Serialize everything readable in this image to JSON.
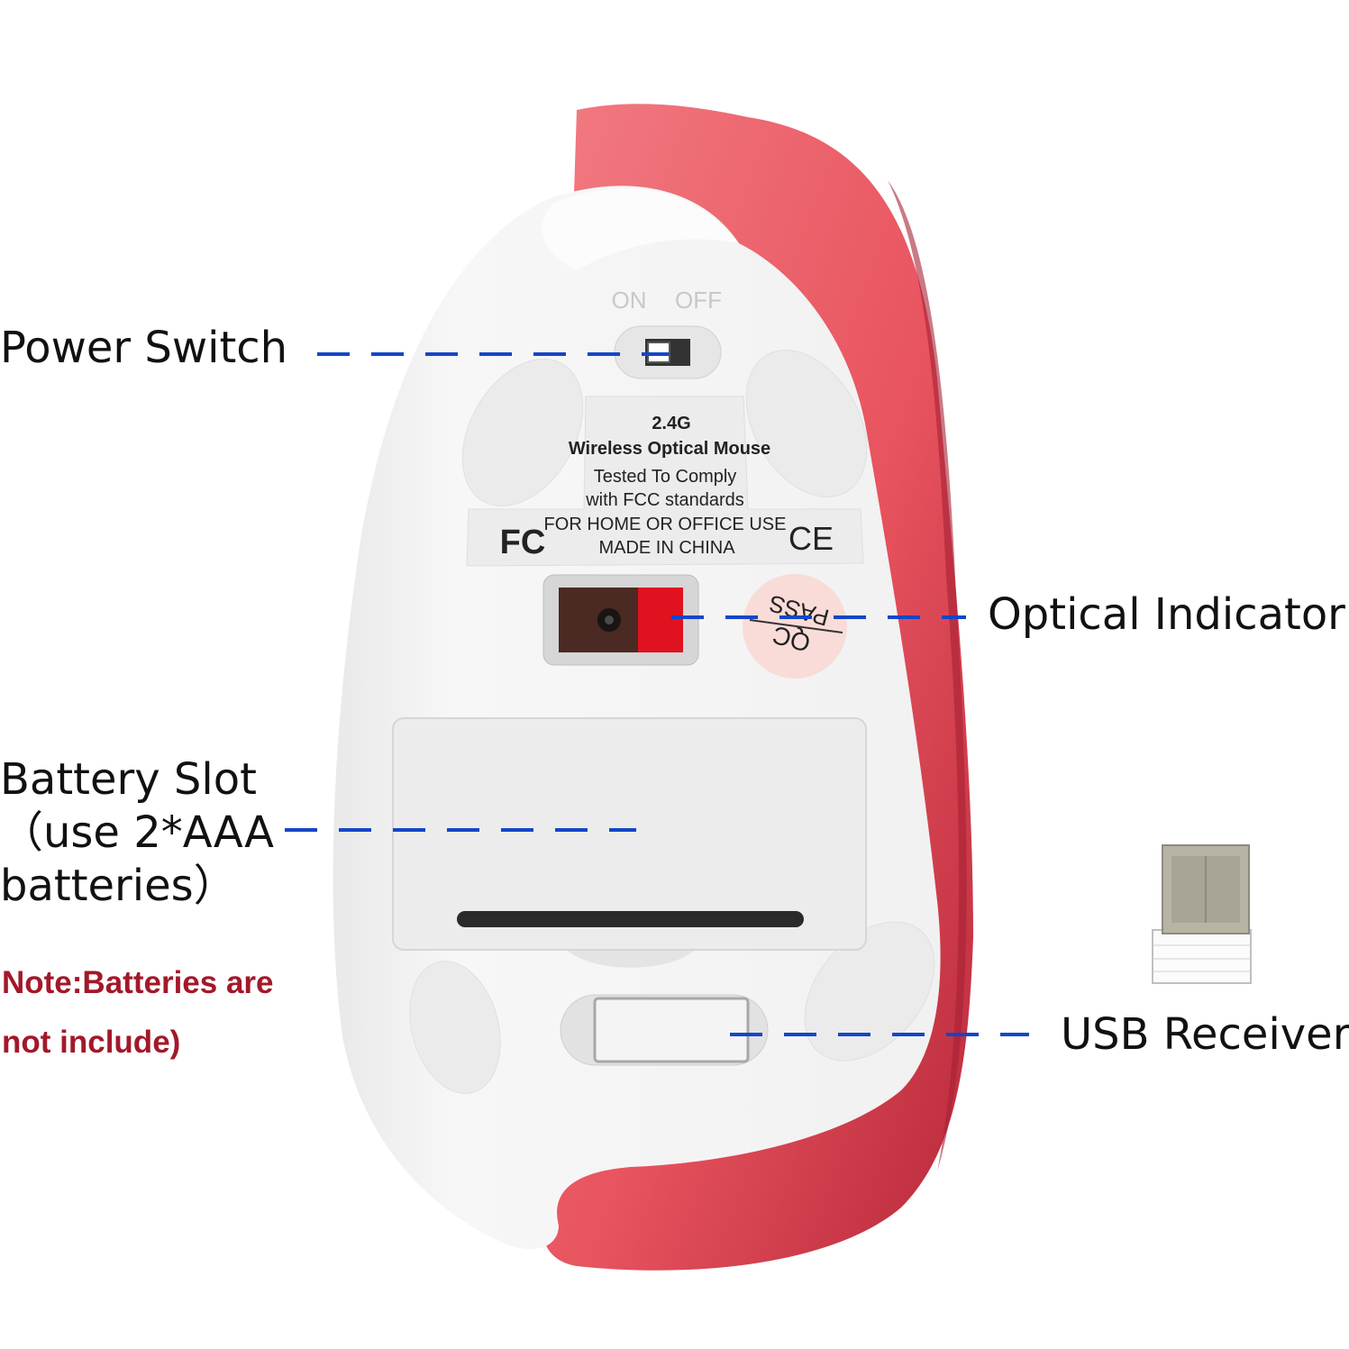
{
  "callouts": {
    "power_switch": "Power Switch",
    "optical_indicator": "Optical Indicator",
    "battery_line1": "Battery Slot",
    "battery_line2": "（use 2*AAA",
    "battery_line3": "batteries）",
    "usb_receiver": "USB Receiver"
  },
  "note": {
    "line1": "Note:Batteries are",
    "line2": "not include)"
  },
  "switch": {
    "on": "ON",
    "off": "OFF"
  },
  "sticker": {
    "line1": "2.4G",
    "line2": "Wireless Optical Mouse",
    "line3": "Tested To Comply",
    "line4": "with FCC standards",
    "line5": "FOR HOME OR OFFICE USE",
    "line6": "MADE IN CHINA",
    "fc_mark": "FC",
    "ce_mark": "CE"
  },
  "qc_sticker": {
    "line1": "QC",
    "line2": "PASS"
  },
  "colors": {
    "shell_coral": "#e8545f",
    "shell_dark": "#b8283a",
    "base_white": "#f4f4f4",
    "dash_blue": "#1446c8",
    "note_red": "#a3182a"
  }
}
